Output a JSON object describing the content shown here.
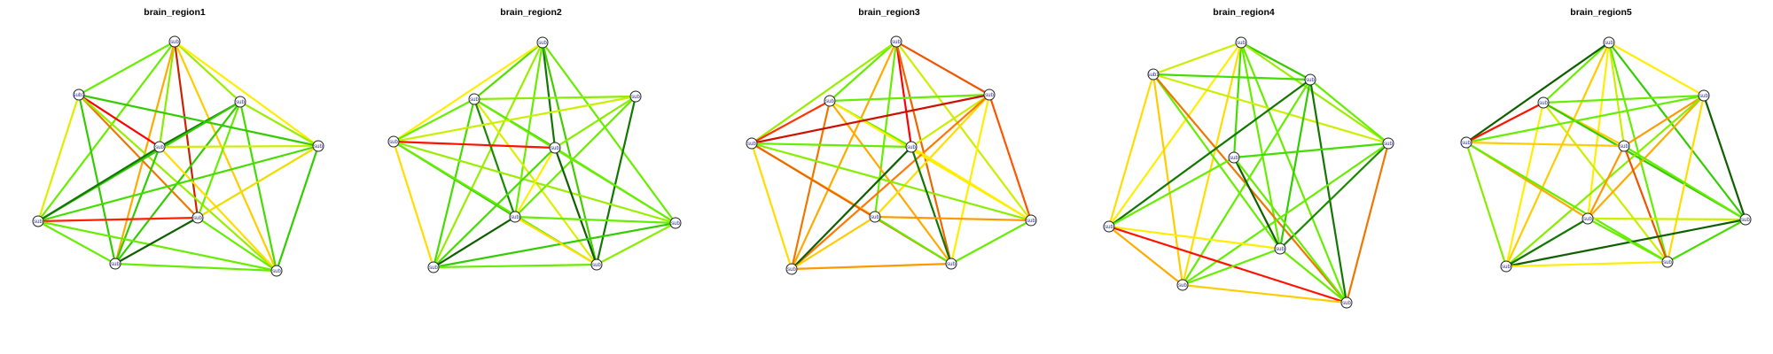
{
  "panels": [
    {
      "title": "brain_region1",
      "nodes": [
        {
          "label": "sub"
        },
        {
          "label": "sub1"
        },
        {
          "label": "sub"
        },
        {
          "label": "sub"
        },
        {
          "label": "sub"
        },
        {
          "label": "sub"
        },
        {
          "label": "sub"
        },
        {
          "label": "sub"
        },
        {
          "label": "sub"
        }
      ],
      "edges": [
        [
          0,
          1,
          "#66ee00"
        ],
        [
          0,
          2,
          "#99ee00"
        ],
        [
          0,
          3,
          "#88ee00"
        ],
        [
          0,
          4,
          "#ffee00"
        ],
        [
          0,
          5,
          "#66ee00"
        ],
        [
          0,
          6,
          "#cc2200"
        ],
        [
          0,
          7,
          "#ffaa00"
        ],
        [
          0,
          8,
          "#ffcc00"
        ],
        [
          1,
          3,
          "#ff0000"
        ],
        [
          1,
          6,
          "#ee7700"
        ],
        [
          1,
          7,
          "#33cc00"
        ],
        [
          1,
          5,
          "#ddee00"
        ],
        [
          1,
          8,
          "#99ee00"
        ],
        [
          2,
          3,
          "#117700"
        ],
        [
          2,
          4,
          "#99ee00"
        ],
        [
          2,
          5,
          "#33cc00"
        ],
        [
          2,
          6,
          "#66ee00"
        ],
        [
          2,
          7,
          "#33cc00"
        ],
        [
          2,
          8,
          "#44dd00"
        ],
        [
          3,
          5,
          "#117700"
        ],
        [
          3,
          7,
          "#33cc00"
        ],
        [
          3,
          8,
          "#ffdd00"
        ],
        [
          3,
          4,
          "#ccee00"
        ],
        [
          4,
          5,
          "#44dd00"
        ],
        [
          4,
          6,
          "#eedd00"
        ],
        [
          4,
          8,
          "#33cc00"
        ],
        [
          5,
          6,
          "#ff2200"
        ],
        [
          5,
          7,
          "#66ee00"
        ],
        [
          5,
          8,
          "#66ee00"
        ],
        [
          6,
          7,
          "#0f5f00"
        ],
        [
          6,
          8,
          "#66ee00"
        ],
        [
          7,
          8,
          "#66ee00"
        ],
        [
          1,
          4,
          "#33cc00"
        ]
      ]
    },
    {
      "title": "brain_region2",
      "nodes": [
        {
          "label": "sub"
        },
        {
          "label": "sub"
        },
        {
          "label": "sub"
        },
        {
          "label": "sub"
        },
        {
          "label": "sub"
        },
        {
          "label": "sub"
        },
        {
          "label": "sub"
        },
        {
          "label": "sub"
        },
        {
          "label": "sub"
        }
      ],
      "edges": [
        [
          0,
          1,
          "#55dd00"
        ],
        [
          0,
          3,
          "#ffee00"
        ],
        [
          0,
          4,
          "#117700"
        ],
        [
          0,
          5,
          "#66ee00"
        ],
        [
          0,
          6,
          "#66ee00"
        ],
        [
          0,
          7,
          "#99ee00"
        ],
        [
          0,
          8,
          "#44cc00"
        ],
        [
          1,
          2,
          "#88ee00"
        ],
        [
          1,
          3,
          "#66ee00"
        ],
        [
          1,
          4,
          "#33cc00"
        ],
        [
          1,
          5,
          "#66ee00"
        ],
        [
          1,
          6,
          "#1a8a00"
        ],
        [
          1,
          7,
          "#44dd00"
        ],
        [
          1,
          8,
          "#ddee00"
        ],
        [
          2,
          3,
          "#ccee00"
        ],
        [
          2,
          6,
          "#66ee00"
        ],
        [
          2,
          8,
          "#117700"
        ],
        [
          2,
          4,
          "#88ee00"
        ],
        [
          3,
          4,
          "#ff1100"
        ],
        [
          3,
          5,
          "#99ee00"
        ],
        [
          3,
          6,
          "#33cc00"
        ],
        [
          3,
          7,
          "#ffdd00"
        ],
        [
          3,
          8,
          "#66ee00"
        ],
        [
          4,
          5,
          "#66ee00"
        ],
        [
          4,
          6,
          "#ffee00"
        ],
        [
          4,
          7,
          "#44dd00"
        ],
        [
          4,
          8,
          "#0f5f00"
        ],
        [
          5,
          6,
          "#66ee00"
        ],
        [
          5,
          7,
          "#33cc00"
        ],
        [
          5,
          8,
          "#88ee00"
        ],
        [
          6,
          7,
          "#0f5f00"
        ],
        [
          6,
          8,
          "#ffdd00"
        ],
        [
          7,
          8,
          "#66ee00"
        ]
      ]
    },
    {
      "title": "brain_region3",
      "nodes": [
        {
          "label": "sub"
        },
        {
          "label": "sub"
        },
        {
          "label": "sub"
        },
        {
          "label": "sub"
        },
        {
          "label": "sub"
        },
        {
          "label": "sub"
        },
        {
          "label": "sub"
        },
        {
          "label": "sub"
        },
        {
          "label": "sub"
        }
      ],
      "edges": [
        [
          0,
          1,
          "#66ee00"
        ],
        [
          0,
          2,
          "#ee5500"
        ],
        [
          0,
          3,
          "#99ee00"
        ],
        [
          0,
          4,
          "#ff0000"
        ],
        [
          0,
          5,
          "#ccee00"
        ],
        [
          0,
          6,
          "#66ee00"
        ],
        [
          0,
          7,
          "#ffaa00"
        ],
        [
          0,
          8,
          "#ee6600"
        ],
        [
          1,
          2,
          "#66ee00"
        ],
        [
          1,
          3,
          "#ff3300"
        ],
        [
          1,
          4,
          "#66ee00"
        ],
        [
          1,
          5,
          "#ffee00"
        ],
        [
          1,
          7,
          "#ee7700"
        ],
        [
          1,
          8,
          "#ffaa00"
        ],
        [
          2,
          3,
          "#cc1100"
        ],
        [
          2,
          4,
          "#ccee00"
        ],
        [
          2,
          5,
          "#ff5500"
        ],
        [
          2,
          6,
          "#ffdd00"
        ],
        [
          2,
          7,
          "#ff7700"
        ],
        [
          2,
          8,
          "#ffee00"
        ],
        [
          3,
          4,
          "#66ee00"
        ],
        [
          3,
          5,
          "#88ee00"
        ],
        [
          3,
          6,
          "#ffcc00"
        ],
        [
          3,
          7,
          "#ffdd00"
        ],
        [
          3,
          8,
          "#ee6600"
        ],
        [
          4,
          5,
          "#ffee00"
        ],
        [
          4,
          7,
          "#0f5f00"
        ],
        [
          4,
          8,
          "#117700"
        ],
        [
          5,
          6,
          "#ff9900"
        ],
        [
          5,
          8,
          "#66ee00"
        ],
        [
          6,
          7,
          "#ffcc00"
        ],
        [
          6,
          8,
          "#66ee00"
        ],
        [
          7,
          8,
          "#ff9900"
        ]
      ]
    },
    {
      "title": "brain_region4",
      "nodes": [
        {
          "label": "sub"
        },
        {
          "label": "sub1"
        },
        {
          "label": "sub"
        },
        {
          "label": "sub"
        },
        {
          "label": "sub"
        },
        {
          "label": "sub"
        },
        {
          "label": "sub"
        },
        {
          "label": "sub"
        },
        {
          "label": "sub"
        }
      ],
      "edges": [
        [
          0,
          1,
          "#ccee00"
        ],
        [
          0,
          2,
          "#33cc00"
        ],
        [
          0,
          3,
          "#99ee00"
        ],
        [
          0,
          4,
          "#44dd00"
        ],
        [
          0,
          5,
          "#ffee00"
        ],
        [
          0,
          6,
          "#66ee00"
        ],
        [
          0,
          7,
          "#ffdd00"
        ],
        [
          0,
          8,
          "#66ee00"
        ],
        [
          1,
          2,
          "#44dd00"
        ],
        [
          1,
          3,
          "#ccee00"
        ],
        [
          1,
          5,
          "#ffdd00"
        ],
        [
          1,
          6,
          "#66ee00"
        ],
        [
          1,
          7,
          "#ffcc00"
        ],
        [
          1,
          8,
          "#ee7700"
        ],
        [
          2,
          3,
          "#66ee00"
        ],
        [
          2,
          5,
          "#117700"
        ],
        [
          2,
          6,
          "#33cc00"
        ],
        [
          2,
          7,
          "#66ee00"
        ],
        [
          2,
          8,
          "#117700"
        ],
        [
          3,
          4,
          "#44dd00"
        ],
        [
          3,
          6,
          "#1a8a00"
        ],
        [
          3,
          7,
          "#66ee00"
        ],
        [
          3,
          8,
          "#ee7700"
        ],
        [
          4,
          5,
          "#66ee00"
        ],
        [
          4,
          6,
          "#0f5f00"
        ],
        [
          4,
          8,
          "#66ee00"
        ],
        [
          5,
          6,
          "#ffee00"
        ],
        [
          5,
          7,
          "#ffaa00"
        ],
        [
          5,
          8,
          "#ff1100"
        ],
        [
          6,
          7,
          "#66ee00"
        ],
        [
          6,
          8,
          "#66ee00"
        ],
        [
          7,
          8,
          "#ffcc00"
        ]
      ]
    },
    {
      "title": "brain_region5",
      "nodes": [
        {
          "label": "sub"
        },
        {
          "label": "sub"
        },
        {
          "label": "sub"
        },
        {
          "label": "sub"
        },
        {
          "label": "sub"
        },
        {
          "label": "sub"
        },
        {
          "label": "sub"
        },
        {
          "label": "sub"
        },
        {
          "label": "sub"
        }
      ],
      "edges": [
        [
          0,
          1,
          "#66ee00"
        ],
        [
          0,
          2,
          "#ffee00"
        ],
        [
          0,
          3,
          "#0f5f00"
        ],
        [
          0,
          4,
          "#ccee00"
        ],
        [
          0,
          5,
          "#33cc00"
        ],
        [
          0,
          6,
          "#ffee00"
        ],
        [
          0,
          7,
          "#ffcc00"
        ],
        [
          0,
          8,
          "#66ee00"
        ],
        [
          1,
          2,
          "#66ee00"
        ],
        [
          1,
          3,
          "#ff1100"
        ],
        [
          1,
          4,
          "#ffcc00"
        ],
        [
          1,
          5,
          "#33cc00"
        ],
        [
          1,
          7,
          "#ffee00"
        ],
        [
          1,
          8,
          "#ccee00"
        ],
        [
          2,
          3,
          "#66ee00"
        ],
        [
          2,
          4,
          "#ff9900"
        ],
        [
          2,
          5,
          "#0f5f00"
        ],
        [
          2,
          6,
          "#ffaa00"
        ],
        [
          2,
          7,
          "#88ee00"
        ],
        [
          2,
          8,
          "#ffdd00"
        ],
        [
          3,
          4,
          "#ffcc00"
        ],
        [
          3,
          6,
          "#ffaa00"
        ],
        [
          3,
          7,
          "#88ee00"
        ],
        [
          3,
          8,
          "#66ee00"
        ],
        [
          4,
          5,
          "#66ee00"
        ],
        [
          4,
          6,
          "#ff9900"
        ],
        [
          4,
          8,
          "#ee5500"
        ],
        [
          5,
          6,
          "#ccee00"
        ],
        [
          5,
          7,
          "#0f5f00"
        ],
        [
          5,
          8,
          "#44dd00"
        ],
        [
          6,
          7,
          "#117700"
        ],
        [
          6,
          8,
          "#66ee00"
        ],
        [
          7,
          8,
          "#ffee00"
        ]
      ]
    }
  ]
}
